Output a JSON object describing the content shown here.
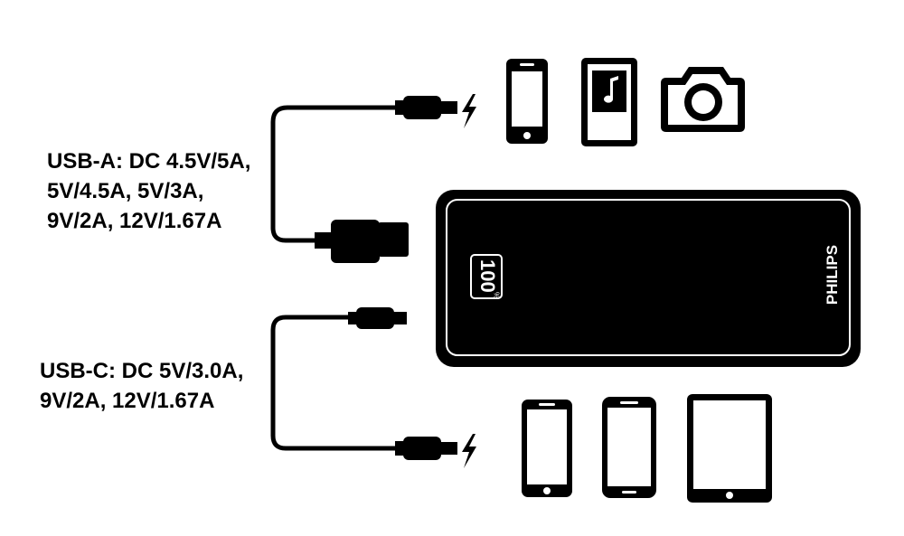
{
  "usb_a": {
    "lines": [
      "USB-A: DC 4.5V/5A,",
      "5V/4.5A, 5V/3A,",
      "9V/2A, 12V/1.67A"
    ]
  },
  "usb_c": {
    "lines": [
      "USB-C: DC 5V/3.0A,",
      "9V/2A, 12V/1.67A"
    ]
  },
  "power_bank": {
    "brand": "PHILIPS",
    "battery_display": "100",
    "battery_unit": "%"
  },
  "icons": {
    "top_devices": [
      "smartphone-icon",
      "music-player-icon",
      "camera-icon"
    ],
    "bottom_devices": [
      "smartphone-icon",
      "smartphone-icon",
      "tablet-icon"
    ],
    "charge": "lightning-icon"
  },
  "colors": {
    "ink": "#000000",
    "background": "#ffffff"
  }
}
